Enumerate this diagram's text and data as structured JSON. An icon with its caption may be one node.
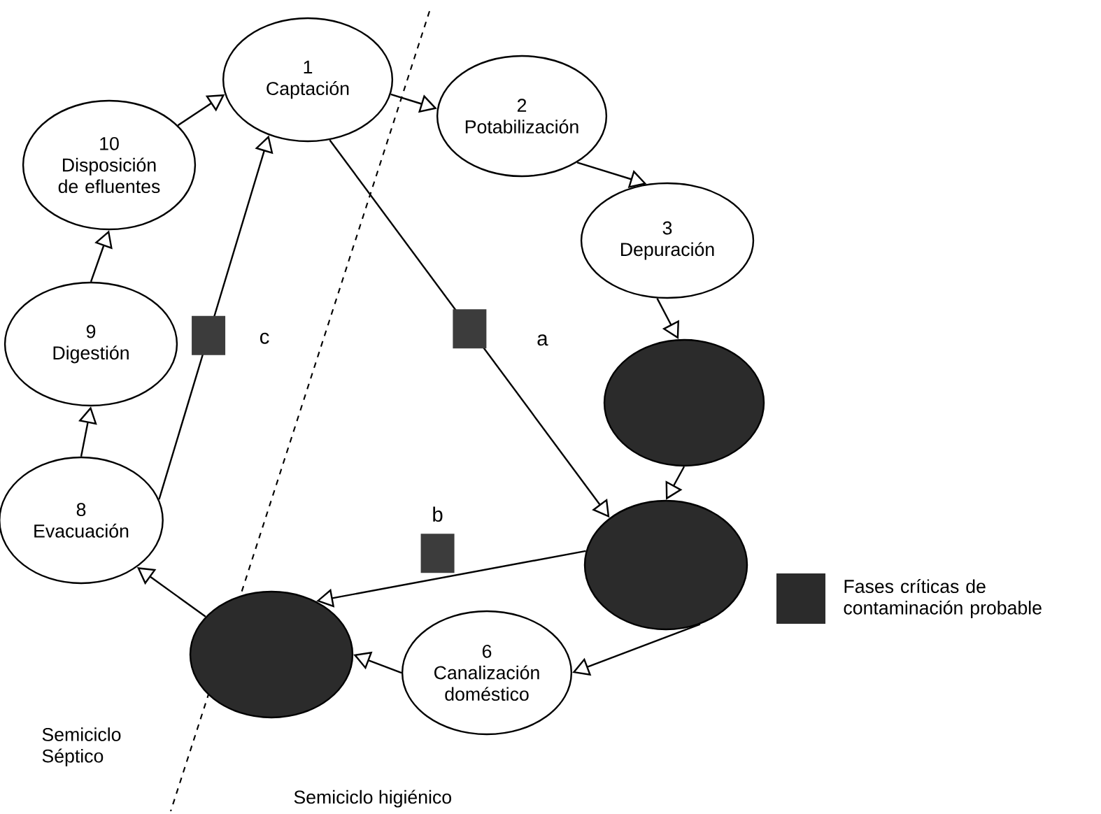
{
  "diagram": {
    "nodes": [
      {
        "text": [
          "1",
          "Captación"
        ]
      },
      {
        "text": [
          "2",
          "Potabilización"
        ]
      },
      {
        "text": [
          "3",
          "Depuración"
        ]
      },
      {
        "text": [],
        "shape": "ellipse"
      },
      {
        "text": [],
        "shape": "ellipse"
      },
      {
        "text": [
          "6",
          "Canalización doméstico"
        ]
      },
      {
        "text": [],
        "shape": "ellipse"
      },
      {
        "text": [
          "8",
          "Evacuación"
        ]
      },
      {
        "text": [
          "9",
          "Digestión"
        ]
      },
      {
        "text": [
          "10",
          "Disposición de efluentes"
        ]
      }
    ],
    "edges": [
      {
        "from": 0,
        "to": 1,
        "arrow": "to"
      },
      {
        "from": 1,
        "to": 2,
        "arrow": "to"
      },
      {
        "from": 2,
        "to": 3,
        "arrow": "to"
      },
      {
        "from": 3,
        "to": 4,
        "arrow": "to"
      },
      {
        "from": 4,
        "to": 5,
        "arrow": "to"
      },
      {
        "from": 5,
        "to": 6,
        "arrow": "to"
      },
      {
        "from": 6,
        "to": 7,
        "arrow": "to"
      },
      {
        "from": 7,
        "to": 8,
        "arrow": "to"
      },
      {
        "from": 8,
        "to": 9,
        "arrow": "to"
      },
      {
        "from": 9,
        "to": 0,
        "arrow": "to"
      },
      {
        "from": 0,
        "to": 4,
        "arrow": "to",
        "label": "a"
      },
      {
        "from": 4,
        "to": 6,
        "arrow": "to",
        "label": "b"
      },
      {
        "from": 7,
        "to": 0,
        "arrow": "to",
        "label": "c"
      }
    ],
    "labels": [
      "Semiciclo Séptico",
      "Semiciclo higiénico"
    ],
    "legend": [
      {
        "text": "Fases críticas de contaminación probable",
        "color": "#2b2b2b"
      }
    ]
  }
}
